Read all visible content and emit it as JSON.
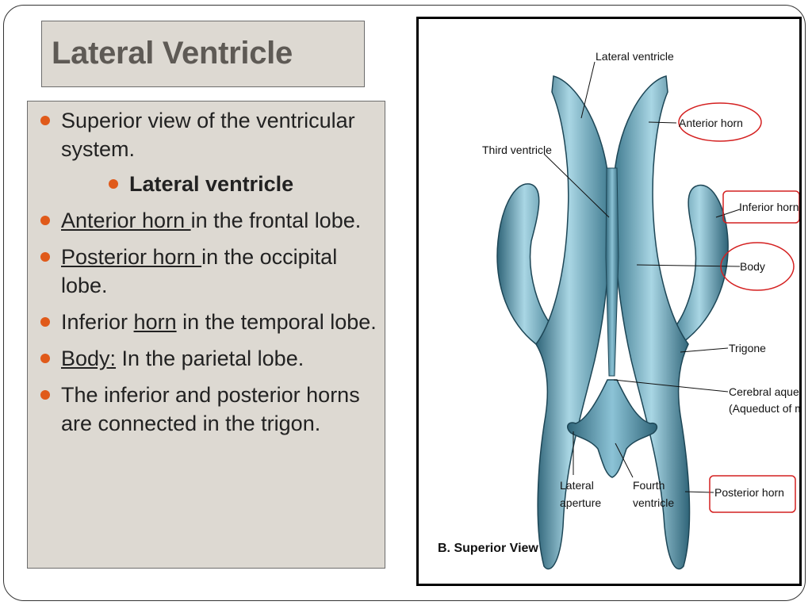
{
  "title": "Lateral Ventricle",
  "bullets": {
    "b1": "Superior view of the ventricular system.",
    "b2": "Lateral ventricle",
    "b3_u": "Anterior horn ",
    "b3_rest": "in the frontal lobe.",
    "b4_u": "Posterior horn ",
    "b4_rest": "in the occipital lobe.",
    "b5_pre": "Inferior ",
    "b5_u": "horn",
    "b5_rest": " in the temporal lobe.",
    "b6_u": "Body:",
    "b6_rest": " In the parietal lobe.",
    "b7": "The inferior and posterior horns are connected in the trigon."
  },
  "figure": {
    "labels": {
      "lateral_ventricle": "Lateral ventricle",
      "anterior_horn": "Anterior horn",
      "third_ventricle": "Third ventricle",
      "inferior_horn": "Inferior horn",
      "body": "Body",
      "trigone": "Trigone",
      "cerebral_aqueduct_1": "Cerebral aqueduc",
      "cerebral_aqueduct_2": "(Aqueduct of mid",
      "lateral_aperture_1": "Lateral",
      "lateral_aperture_2": "aperture",
      "fourth_ventricle_1": "Fourth",
      "fourth_ventricle_2": "ventricle",
      "posterior_horn": "Posterior horn",
      "caption": "B. Superior View"
    },
    "colors": {
      "ventricle_light": "#a9d6e4",
      "ventricle_mid": "#6fa8bd",
      "ventricle_dark": "#2f6478",
      "highlight_red": "#d42020",
      "bullet": "#e05a1a"
    }
  }
}
